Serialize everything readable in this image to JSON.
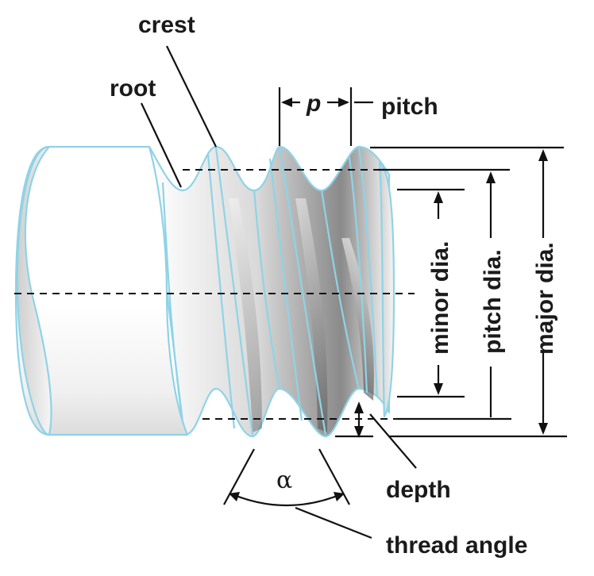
{
  "labels": {
    "crest": "crest",
    "root": "root",
    "pitch_symbol": "p",
    "pitch": "pitch",
    "minor_dia": "minor dia.",
    "pitch_dia": "pitch dia.",
    "major_dia": "major dia.",
    "alpha": "α",
    "depth": "depth",
    "thread_angle": "thread angle"
  },
  "colors": {
    "outline": "#8fd3e6",
    "lines": "#111111",
    "text": "#1a1a1a"
  }
}
